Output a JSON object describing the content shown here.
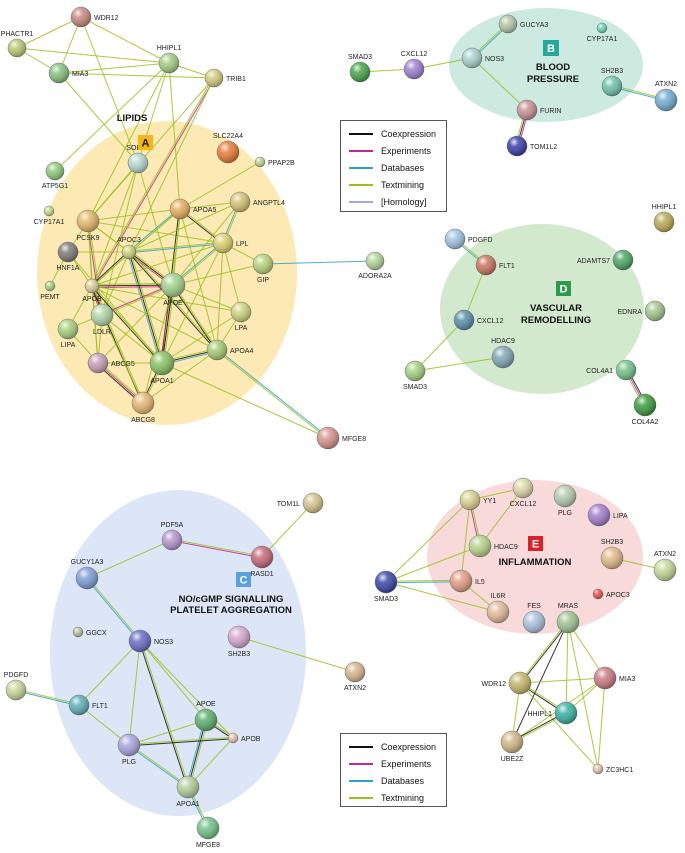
{
  "clusters": [
    {
      "id": "A",
      "letter": "A",
      "title": [
        "LIPIDS"
      ],
      "fill": "#fce9b4",
      "badge": "#f2b619",
      "badge_text": "#1a1a1a"
    },
    {
      "id": "B",
      "letter": "B",
      "title": [
        "BLOOD",
        "PRESSURE"
      ],
      "fill": "#cdeae1",
      "badge": "#23a99b",
      "badge_text": "#ffffff"
    },
    {
      "id": "C",
      "letter": "C",
      "title": [
        "NO/cGMP SIGNALLING",
        "PLATELET AGGREGATION"
      ],
      "fill": "#dde6f6",
      "badge": "#5aa0df",
      "badge_text": "#ffffff"
    },
    {
      "id": "D",
      "letter": "D",
      "title": [
        "VASCULAR",
        "REMODELLING"
      ],
      "fill": "#d3e9cd",
      "badge": "#2e9b4c",
      "badge_text": "#ffffff"
    },
    {
      "id": "E",
      "letter": "E",
      "title": [
        "INFLAMMATION"
      ],
      "fill": "#f8dada",
      "badge": "#d8232a",
      "badge_text": "#ffffff"
    }
  ],
  "legends": [
    {
      "id": "legend-top",
      "items": [
        {
          "label": "Coexpression",
          "color": "#111111"
        },
        {
          "label": "Experiments",
          "color": "#c2258f"
        },
        {
          "label": "Databases",
          "color": "#2aa0cf"
        },
        {
          "label": "Textmining",
          "color": "#98c11c"
        },
        {
          "label": "[Homology]",
          "color": "#a2a6e6"
        }
      ]
    },
    {
      "id": "legend-bottom",
      "items": [
        {
          "label": "Coexpression",
          "color": "#111111"
        },
        {
          "label": "Experiments",
          "color": "#c2258f"
        },
        {
          "label": "Databases",
          "color": "#2aa0cf"
        },
        {
          "label": "Textmining",
          "color": "#98c11c"
        }
      ]
    }
  ],
  "nodes": [
    {
      "id": "a_phactr1",
      "label": "PHACTR1",
      "color": "#b9c874"
    },
    {
      "id": "a_wdr12",
      "label": "WDR12",
      "color": "#c98880"
    },
    {
      "id": "a_mia3",
      "label": "MIA3",
      "color": "#86c07e"
    },
    {
      "id": "a_hhipl1",
      "label": "HHIPL1",
      "color": "#a5cc84"
    },
    {
      "id": "a_trib1",
      "label": "TRIB1",
      "color": "#d0cb7e"
    },
    {
      "id": "a_slc22a4",
      "label": "SLC22A4",
      "color": "#e57b3a"
    },
    {
      "id": "a_ppap2b",
      "label": "PPAP2B",
      "color": "#b8d590"
    },
    {
      "id": "a_sort1",
      "label": "SORT1",
      "color": "#b5d8ce"
    },
    {
      "id": "a_atp5g1",
      "label": "ATP5G1",
      "color": "#8fca7a"
    },
    {
      "id": "a_cyp17a1",
      "label": "CYP17A1",
      "color": "#c1dc8d"
    },
    {
      "id": "a_pcsk9",
      "label": "PCSK9",
      "color": "#e4b86a"
    },
    {
      "id": "a_apoa5",
      "label": "APOA5",
      "color": "#e7ad62"
    },
    {
      "id": "a_angptl4",
      "label": "ANGPTL4",
      "color": "#d4c274"
    },
    {
      "id": "a_apoc3",
      "label": "APOC3",
      "color": "#cdd17b"
    },
    {
      "id": "a_lpl",
      "label": "LPL",
      "color": "#dacf6e"
    },
    {
      "id": "a_hnf1a",
      "label": "HNF1A",
      "color": "#7e7a78"
    },
    {
      "id": "a_pemt",
      "label": "PEMT",
      "color": "#a7d283"
    },
    {
      "id": "a_apob",
      "label": "APOB",
      "color": "#dccf9a"
    },
    {
      "id": "a_apoe",
      "label": "APOE",
      "color": "#a4d18d"
    },
    {
      "id": "a_gip",
      "label": "GIP",
      "color": "#b8d27b"
    },
    {
      "id": "a_adora2a",
      "label": "ADORA2A",
      "color": "#b3d49b"
    },
    {
      "id": "a_ldlr",
      "label": "LDLR",
      "color": "#b2d6a6"
    },
    {
      "id": "a_lipa",
      "label": "LIPA",
      "color": "#a9d07e"
    },
    {
      "id": "a_lpa",
      "label": "LPA",
      "color": "#cdd37e"
    },
    {
      "id": "a_abcg5",
      "label": "ABCG5",
      "color": "#c79eb5"
    },
    {
      "id": "a_apoa1",
      "label": "APOA1",
      "color": "#89c264"
    },
    {
      "id": "a_apoa4",
      "label": "APOA4",
      "color": "#a7cb74"
    },
    {
      "id": "a_abcg8",
      "label": "ABCG8",
      "color": "#e6b773"
    },
    {
      "id": "a_mfge8",
      "label": "MFGE8",
      "color": "#d8938c"
    },
    {
      "id": "b_smad3",
      "label": "SMAD3",
      "color": "#48a548"
    },
    {
      "id": "b_cxcl12",
      "label": "CXCL12",
      "color": "#9c80d3"
    },
    {
      "id": "b_gucya3",
      "label": "GUCYA3",
      "color": "#b5c7a6"
    },
    {
      "id": "b_nos3",
      "label": "NOS3",
      "color": "#a9d3cf"
    },
    {
      "id": "b_cyp17a1",
      "label": "CYP17A1",
      "color": "#6ed2b7"
    },
    {
      "id": "b_sh2b3",
      "label": "SH2B3",
      "color": "#6fc2a9"
    },
    {
      "id": "b_atxn2",
      "label": "ATXN2",
      "color": "#74acd2"
    },
    {
      "id": "b_furin",
      "label": "FURIN",
      "color": "#c99191"
    },
    {
      "id": "b_tom1l2",
      "label": "TOM1L2",
      "color": "#3a3ea6"
    },
    {
      "id": "d_hhipl1",
      "label": "HHIPL1",
      "color": "#bbaa56"
    },
    {
      "id": "d_pdgfd",
      "label": "PDGFD",
      "color": "#9fc3e5"
    },
    {
      "id": "d_flt1",
      "label": "FLT1",
      "color": "#c8745e"
    },
    {
      "id": "d_adamts7",
      "label": "ADAMTS7",
      "color": "#4aa667"
    },
    {
      "id": "d_ednra",
      "label": "EDNRA",
      "color": "#a3c68d"
    },
    {
      "id": "d_cxcl12",
      "label": "CXCL12",
      "color": "#5a8faa"
    },
    {
      "id": "d_hdac9",
      "label": "HDAC9",
      "color": "#7fa6b6"
    },
    {
      "id": "d_smad3",
      "label": "SMAD3",
      "color": "#a8d081"
    },
    {
      "id": "d_col4a1",
      "label": "COL4A1",
      "color": "#72c28a"
    },
    {
      "id": "d_col4a2",
      "label": "COL4A2",
      "color": "#3d9a3d"
    },
    {
      "id": "c_tom1l",
      "label": "TOM1L",
      "color": "#d5c48c"
    },
    {
      "id": "c_pdf5a",
      "label": "PDF5A",
      "color": "#b597cf"
    },
    {
      "id": "c_rasd1",
      "label": "RASD1",
      "color": "#c8677a"
    },
    {
      "id": "c_gucy1a3",
      "label": "GUCY1A3",
      "color": "#7e9fd5"
    },
    {
      "id": "c_ggcx",
      "label": "GGCX",
      "color": "#b8c29a"
    },
    {
      "id": "c_nos3",
      "label": "NOS3",
      "color": "#6a6cc4"
    },
    {
      "id": "c_sh2b3",
      "label": "SH2B3",
      "color": "#d7a7d3"
    },
    {
      "id": "c_atxn2",
      "label": "ATXN2",
      "color": "#d7b58e"
    },
    {
      "id": "c_pdgfd",
      "label": "PDGFD",
      "color": "#c9d79a"
    },
    {
      "id": "c_flt1",
      "label": "FLT1",
      "color": "#5eafb9"
    },
    {
      "id": "c_apoe",
      "label": "APOE",
      "color": "#5daf6c"
    },
    {
      "id": "c_apob",
      "label": "APOB",
      "color": "#e2c4aa"
    },
    {
      "id": "c_plg",
      "label": "PLG",
      "color": "#a8a4de"
    },
    {
      "id": "c_apoa1",
      "label": "APOA1",
      "color": "#b3cf9d"
    },
    {
      "id": "c_mfge8",
      "label": "MFGE8",
      "color": "#74c28b"
    },
    {
      "id": "e_yy1",
      "label": "YY1",
      "color": "#d9d08f"
    },
    {
      "id": "e_cxcl12",
      "label": "CXCL12",
      "color": "#dcd7a7"
    },
    {
      "id": "e_plg",
      "label": "PLG",
      "color": "#b6cbb0"
    },
    {
      "id": "e_lipa",
      "label": "LIPA",
      "color": "#a47ecf"
    },
    {
      "id": "e_hdac9",
      "label": "HDAC9",
      "color": "#b6d38b"
    },
    {
      "id": "e_sh2b3",
      "label": "SH2B3",
      "color": "#e1b98a"
    },
    {
      "id": "e_atxn2",
      "label": "ATXN2",
      "color": "#c3d998"
    },
    {
      "id": "e_smad3",
      "label": "SMAD3",
      "color": "#3a47a6"
    },
    {
      "id": "e_il5",
      "label": "IL5",
      "color": "#e29e83"
    },
    {
      "id": "e_apoc3",
      "label": "APOC3",
      "color": "#e4504b"
    },
    {
      "id": "e_il6r",
      "label": "IL6R",
      "color": "#e1ba9a"
    },
    {
      "id": "e_fes",
      "label": "FES",
      "color": "#a9c2de"
    },
    {
      "id": "e_mras",
      "label": "MRAS",
      "color": "#9ec492"
    },
    {
      "id": "e_wdr12",
      "label": "WDR12",
      "color": "#c6b76a"
    },
    {
      "id": "e_mia3",
      "label": "MIA3",
      "color": "#cb7b82"
    },
    {
      "id": "e_hhipl1",
      "label": "HHIPL1",
      "color": "#3ab0a3"
    },
    {
      "id": "e_ube2z",
      "label": "UBE2Z",
      "color": "#cfb786"
    },
    {
      "id": "e_zc3hc1",
      "label": "ZC3HC1",
      "color": "#e4c3ad"
    }
  ]
}
